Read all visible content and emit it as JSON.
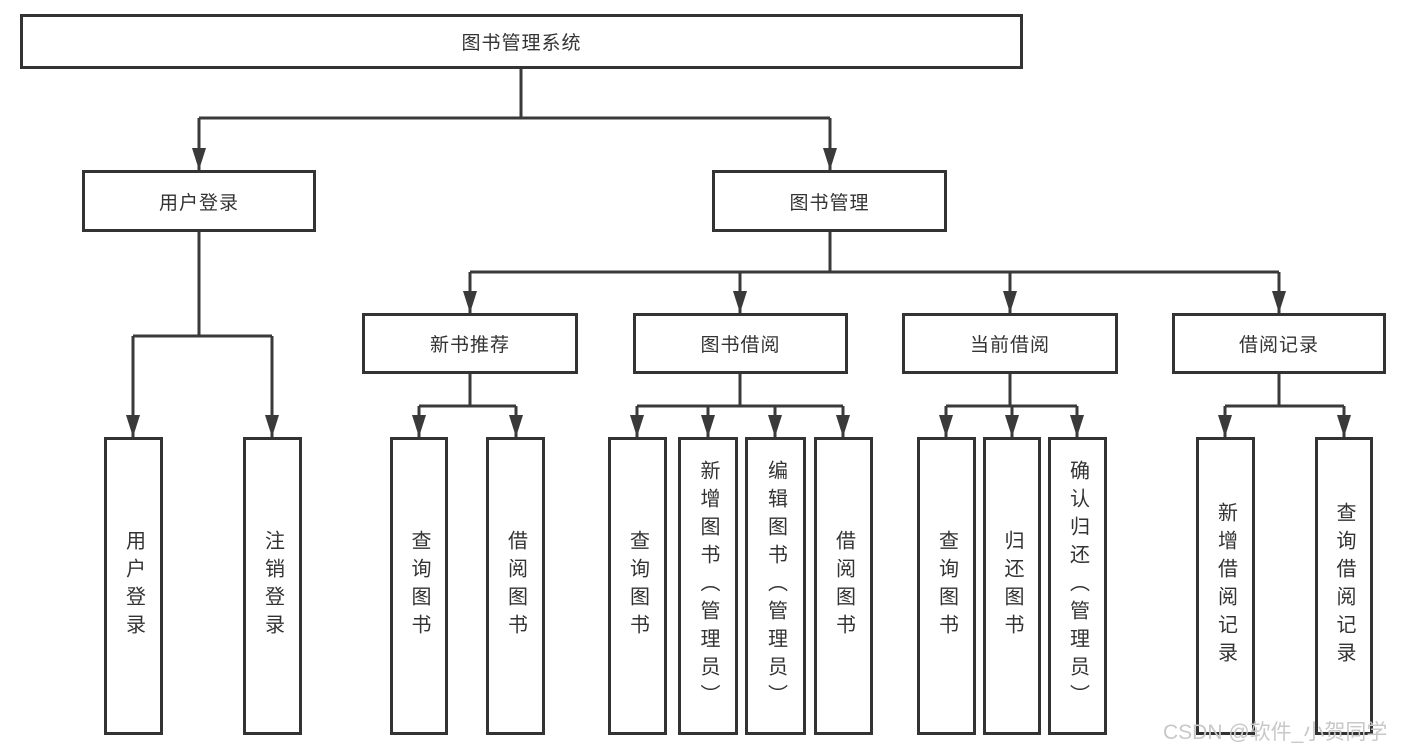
{
  "diagram": {
    "root": {
      "label": "图书管理系统"
    },
    "level2": [
      {
        "id": "user-login",
        "label": "用户登录"
      },
      {
        "id": "book-management",
        "label": "图书管理"
      }
    ],
    "level3": [
      {
        "id": "new-book-recommend",
        "label": "新书推荐"
      },
      {
        "id": "book-borrow",
        "label": "图书借阅"
      },
      {
        "id": "current-borrow",
        "label": "当前借阅"
      },
      {
        "id": "borrow-records",
        "label": "借阅记录"
      }
    ],
    "leaves": {
      "user_login": [
        "用户登录",
        "注销登录"
      ],
      "new_book_recommend": [
        "查询图书",
        "借阅图书"
      ],
      "book_borrow": [
        "查询图书",
        "新增图书（管理员）",
        "编辑图书（管理员）",
        "借阅图书"
      ],
      "current_borrow": [
        "查询图书",
        "归还图书",
        "确认归还（管理员）"
      ],
      "borrow_records": [
        "新增借阅记录",
        "查询借阅记录"
      ]
    },
    "watermark": "CSDN @软件_小贺同学",
    "colors": {
      "line": "#3a3a3a",
      "border": "#333333",
      "text": "#333333",
      "background": "#ffffff",
      "watermark": "#c8c8c8"
    }
  }
}
